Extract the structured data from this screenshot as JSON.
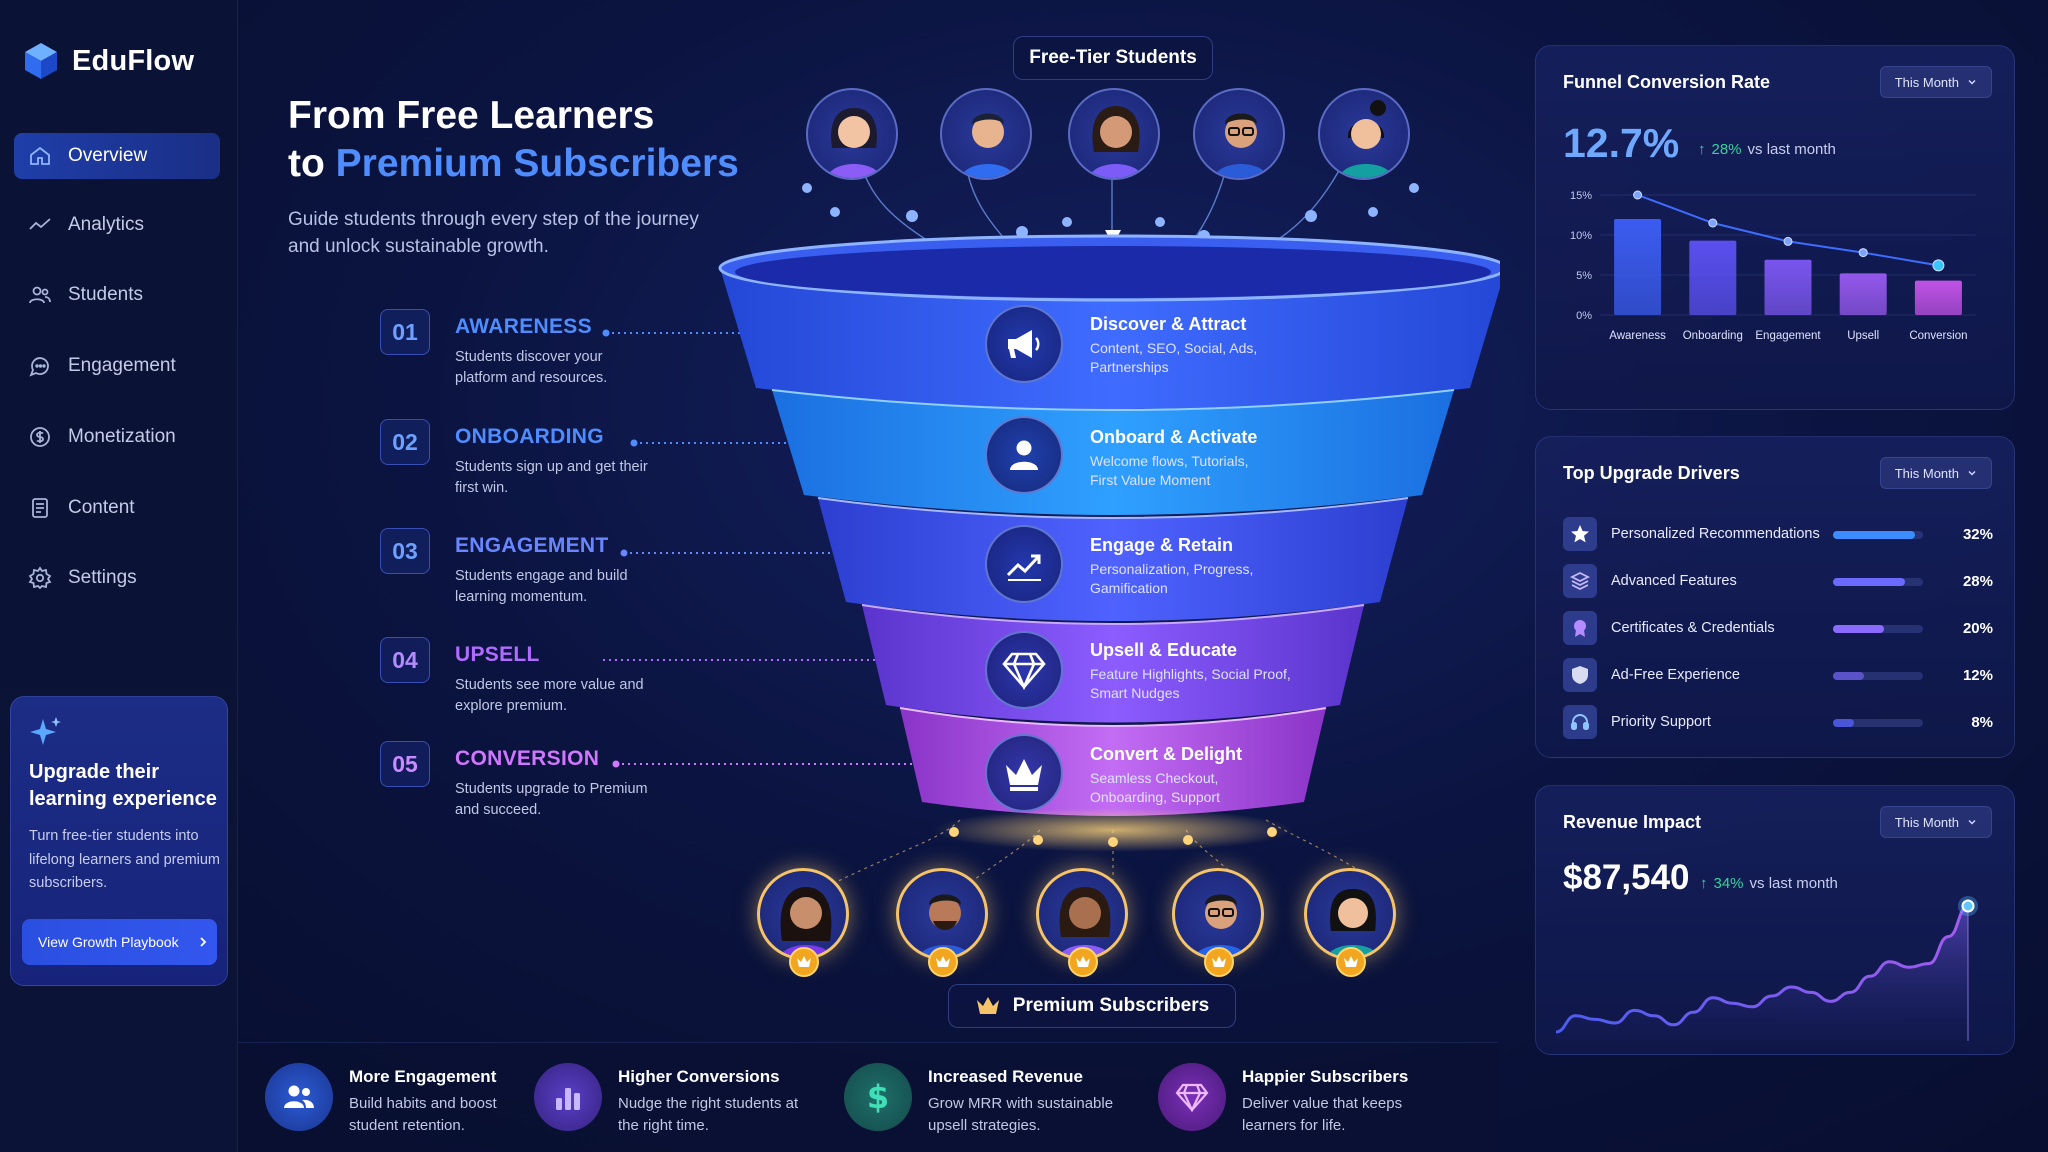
{
  "app": {
    "name": "EduFlow"
  },
  "sidebar": {
    "items": [
      {
        "label": "Overview",
        "icon": "home-icon"
      },
      {
        "label": "Analytics",
        "icon": "analytics-icon"
      },
      {
        "label": "Students",
        "icon": "students-icon"
      },
      {
        "label": "Engagement",
        "icon": "chat-icon"
      },
      {
        "label": "Monetization",
        "icon": "dollar-icon"
      },
      {
        "label": "Content",
        "icon": "document-icon"
      },
      {
        "label": "Settings",
        "icon": "gear-icon"
      }
    ],
    "upgrade_card": {
      "title": "Upgrade their learning experience",
      "description": "Turn free-tier students into lifelong learners and premium subscribers.",
      "button": "View Growth Playbook"
    }
  },
  "hero": {
    "title_line1": "From Free Learners",
    "title_line2_prefix": "to ",
    "title_line2_accent": "Premium Subscribers",
    "subtitle": "Guide students through every step of the journey and unlock sustainable growth."
  },
  "funnel": {
    "top_label": "Free-Tier Students",
    "bottom_label": "Premium Subscribers",
    "steps": [
      {
        "num": "01",
        "name": "AWARENESS",
        "desc": "Students discover your platform and resources.",
        "band_title": "Discover & Attract",
        "band_sub": "Content, SEO, Social, Ads, Partnerships",
        "color": "#4f8dff"
      },
      {
        "num": "02",
        "name": "ONBOARDING",
        "desc": "Students sign up and get their first win.",
        "band_title": "Onboard & Activate",
        "band_sub": "Welcome flows, Tutorials, First Value Moment",
        "color": "#4f8dff"
      },
      {
        "num": "03",
        "name": "ENGAGEMENT",
        "desc": "Students engage and build learning momentum.",
        "band_title": "Engage & Retain",
        "band_sub": "Personalization, Progress, Gamification",
        "color": "#6a86ff"
      },
      {
        "num": "04",
        "name": "UPSELL",
        "desc": "Students see more value and explore premium.",
        "band_title": "Upsell & Educate",
        "band_sub": "Feature Highlights, Social Proof, Smart Nudges",
        "color": "#b06cff"
      },
      {
        "num": "05",
        "name": "CONVERSION",
        "desc": "Students upgrade to Premium and succeed.",
        "band_title": "Convert & Delight",
        "band_sub": "Seamless Checkout, Onboarding, Support",
        "color": "#d076ff"
      }
    ]
  },
  "benefits": [
    {
      "title": "More Engagement",
      "desc": "Build habits and boost student retention.",
      "icon": "users-icon",
      "color": "#2c5bd6"
    },
    {
      "title": "Higher Conversions",
      "desc": "Nudge the right students at the right time.",
      "icon": "bar-chart-icon",
      "color": "#5a3fc8"
    },
    {
      "title": "Increased Revenue",
      "desc": "Grow MRR with sustainable upsell strategies.",
      "icon": "dollar-icon",
      "color": "#1f9d8a"
    },
    {
      "title": "Happier Subscribers",
      "desc": "Deliver value that keeps learners for life.",
      "icon": "diamond-icon",
      "color": "#9b3fd6"
    }
  ],
  "conversion_panel": {
    "title": "Funnel Conversion Rate",
    "period": "This Month",
    "value": "12.7%",
    "delta": "28%",
    "delta_suffix": "vs last month"
  },
  "drivers_panel": {
    "title": "Top Upgrade Drivers",
    "period": "This Month",
    "items": [
      {
        "label": "Personalized Recommendations",
        "pct": "32%",
        "value": 0.32,
        "icon": "star-icon"
      },
      {
        "label": "Advanced Features",
        "pct": "28%",
        "value": 0.28,
        "icon": "layers-icon"
      },
      {
        "label": "Certificates & Credentials",
        "pct": "20%",
        "value": 0.2,
        "icon": "badge-icon"
      },
      {
        "label": "Ad-Free Experience",
        "pct": "12%",
        "value": 0.12,
        "icon": "shield-icon"
      },
      {
        "label": "Priority Support",
        "pct": "8%",
        "value": 0.08,
        "icon": "headset-icon"
      }
    ]
  },
  "revenue_panel": {
    "title": "Revenue Impact",
    "period": "This Month",
    "value": "$87,540",
    "delta": "34%",
    "delta_suffix": "vs last month"
  },
  "chart_data": [
    {
      "type": "bar",
      "categories": [
        "Awareness",
        "Onboarding",
        "Engagement",
        "Upsell",
        "Conversion"
      ],
      "series": [
        {
          "values": [
            12.0,
            9.3,
            6.9,
            5.2,
            4.3
          ]
        },
        {
          "values": [
            15.0,
            11.5,
            9.2,
            7.8,
            6.2
          ]
        }
      ],
      "ylim": [
        0,
        15
      ],
      "yticks": [
        "0%",
        "5%",
        "10%",
        "15%"
      ],
      "bar_colors": [
        "#3b5cf0",
        "#5a4fef",
        "#7a55ee",
        "#9458ec",
        "#c052e6"
      ],
      "line_color": "#3d6cff"
    },
    {
      "type": "area",
      "y": [
        5,
        14,
        12,
        10,
        17,
        14,
        9,
        16,
        24,
        21,
        19,
        25,
        30,
        27,
        22,
        27,
        36,
        44,
        41,
        43,
        58,
        75
      ],
      "ylim": [
        0,
        80
      ],
      "colors": [
        "#4b5cf0",
        "#a45cf0"
      ]
    }
  ]
}
